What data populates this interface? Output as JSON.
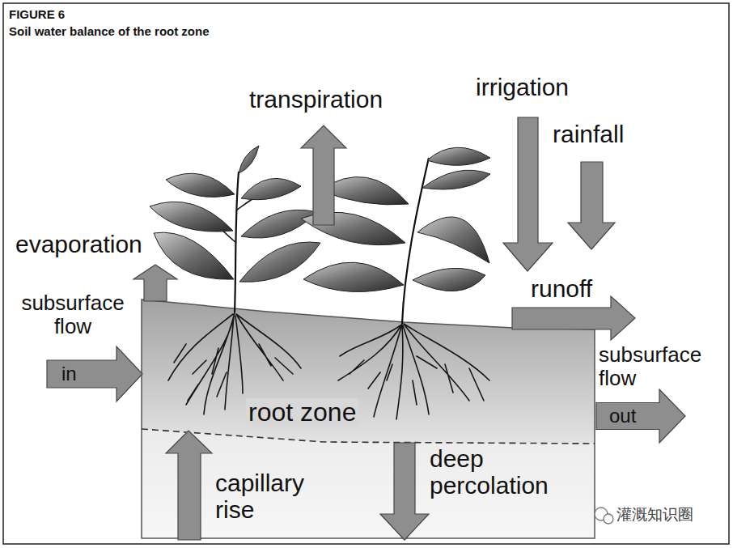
{
  "diagram": {
    "title": "Soil water balance of the root zone",
    "nodes": [
      {
        "text": [
          "root zone"
        ]
      },
      {
        "text": [
          "subsurface flow",
          "in"
        ]
      },
      {
        "text": [
          "subsurface flow",
          "out"
        ]
      }
    ],
    "labels": [
      "FIGURE 6",
      "transpiration",
      "irrigation",
      "rainfall",
      "evaporation",
      "runoff",
      "capillary rise",
      "deep percolation",
      "灌溉知识圈"
    ]
  }
}
